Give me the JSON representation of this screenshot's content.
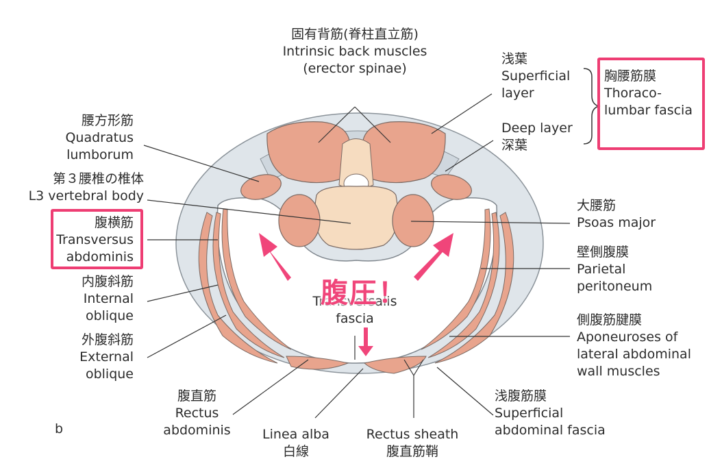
{
  "figure_letter": "b",
  "emphasis_text": "腹圧！",
  "colors": {
    "muscle": "#e8a48d",
    "fascia": "#d6dde3",
    "bone": "#f6dcc0",
    "highlight": "#ee3d73",
    "arrow": "#f0457a"
  },
  "labels": {
    "erector": {
      "jp": "固有背筋(脊柱直立筋)",
      "en1": "Intrinsic back muscles",
      "en2": "(erector spinae)"
    },
    "superficial_layer": {
      "jp": "浅葉",
      "en1": "Superficial",
      "en2": "layer"
    },
    "deep_layer": {
      "en": "Deep layer",
      "jp": "深葉"
    },
    "thoracolumbar": {
      "jp": "胸腰筋膜",
      "en1": "Thoraco-",
      "en2": "lumbar fascia"
    },
    "quadratus": {
      "jp": "腰方形筋",
      "en1": "Quadratus",
      "en2": "lumborum"
    },
    "vertebral": {
      "jp": "第３腰椎の椎体",
      "en": "L3 vertebral body"
    },
    "transversus": {
      "jp": "腹横筋",
      "en1": "Transversus",
      "en2": "abdominis"
    },
    "internal": {
      "jp": "内腹斜筋",
      "en1": "Internal",
      "en2": "oblique"
    },
    "external": {
      "jp": "外腹斜筋",
      "en1": "External",
      "en2": "oblique"
    },
    "psoas": {
      "jp": "大腰筋",
      "en": "Psoas major"
    },
    "parietal": {
      "jp": "壁側腹膜",
      "en1": "Parietal",
      "en2": "peritoneum"
    },
    "aponeuroses": {
      "jp": "側腹筋腱膜",
      "en1": "Aponeuroses of",
      "en2": "lateral abdominal",
      "en3": "wall muscles"
    },
    "transversalis": {
      "en1": "Transversalis",
      "en2": "fascia"
    },
    "rectus": {
      "jp": "腹直筋",
      "en1": "Rectus",
      "en2": "abdominis"
    },
    "linea": {
      "en": "Linea alba",
      "jp": "白線"
    },
    "sheath": {
      "en": "Rectus sheath",
      "jp": "腹直筋鞘"
    },
    "superficial_fascia": {
      "jp": "浅腹筋膜",
      "en1": "Superficial",
      "en2": "abdominal fascia"
    }
  }
}
